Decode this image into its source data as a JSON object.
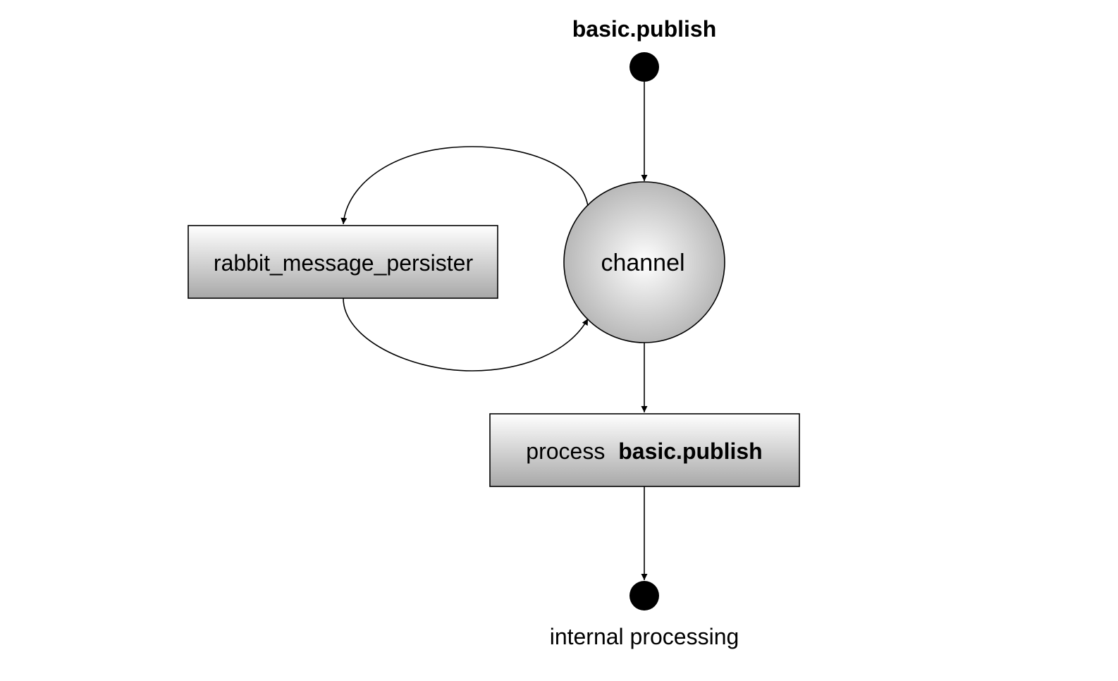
{
  "diagram": {
    "start_label": "basic.publish",
    "channel_label": "channel",
    "persister_label": "rabbit_message_persister",
    "process_label_prefix": "process",
    "process_label_bold": "basic.publish",
    "end_label": "internal processing"
  }
}
